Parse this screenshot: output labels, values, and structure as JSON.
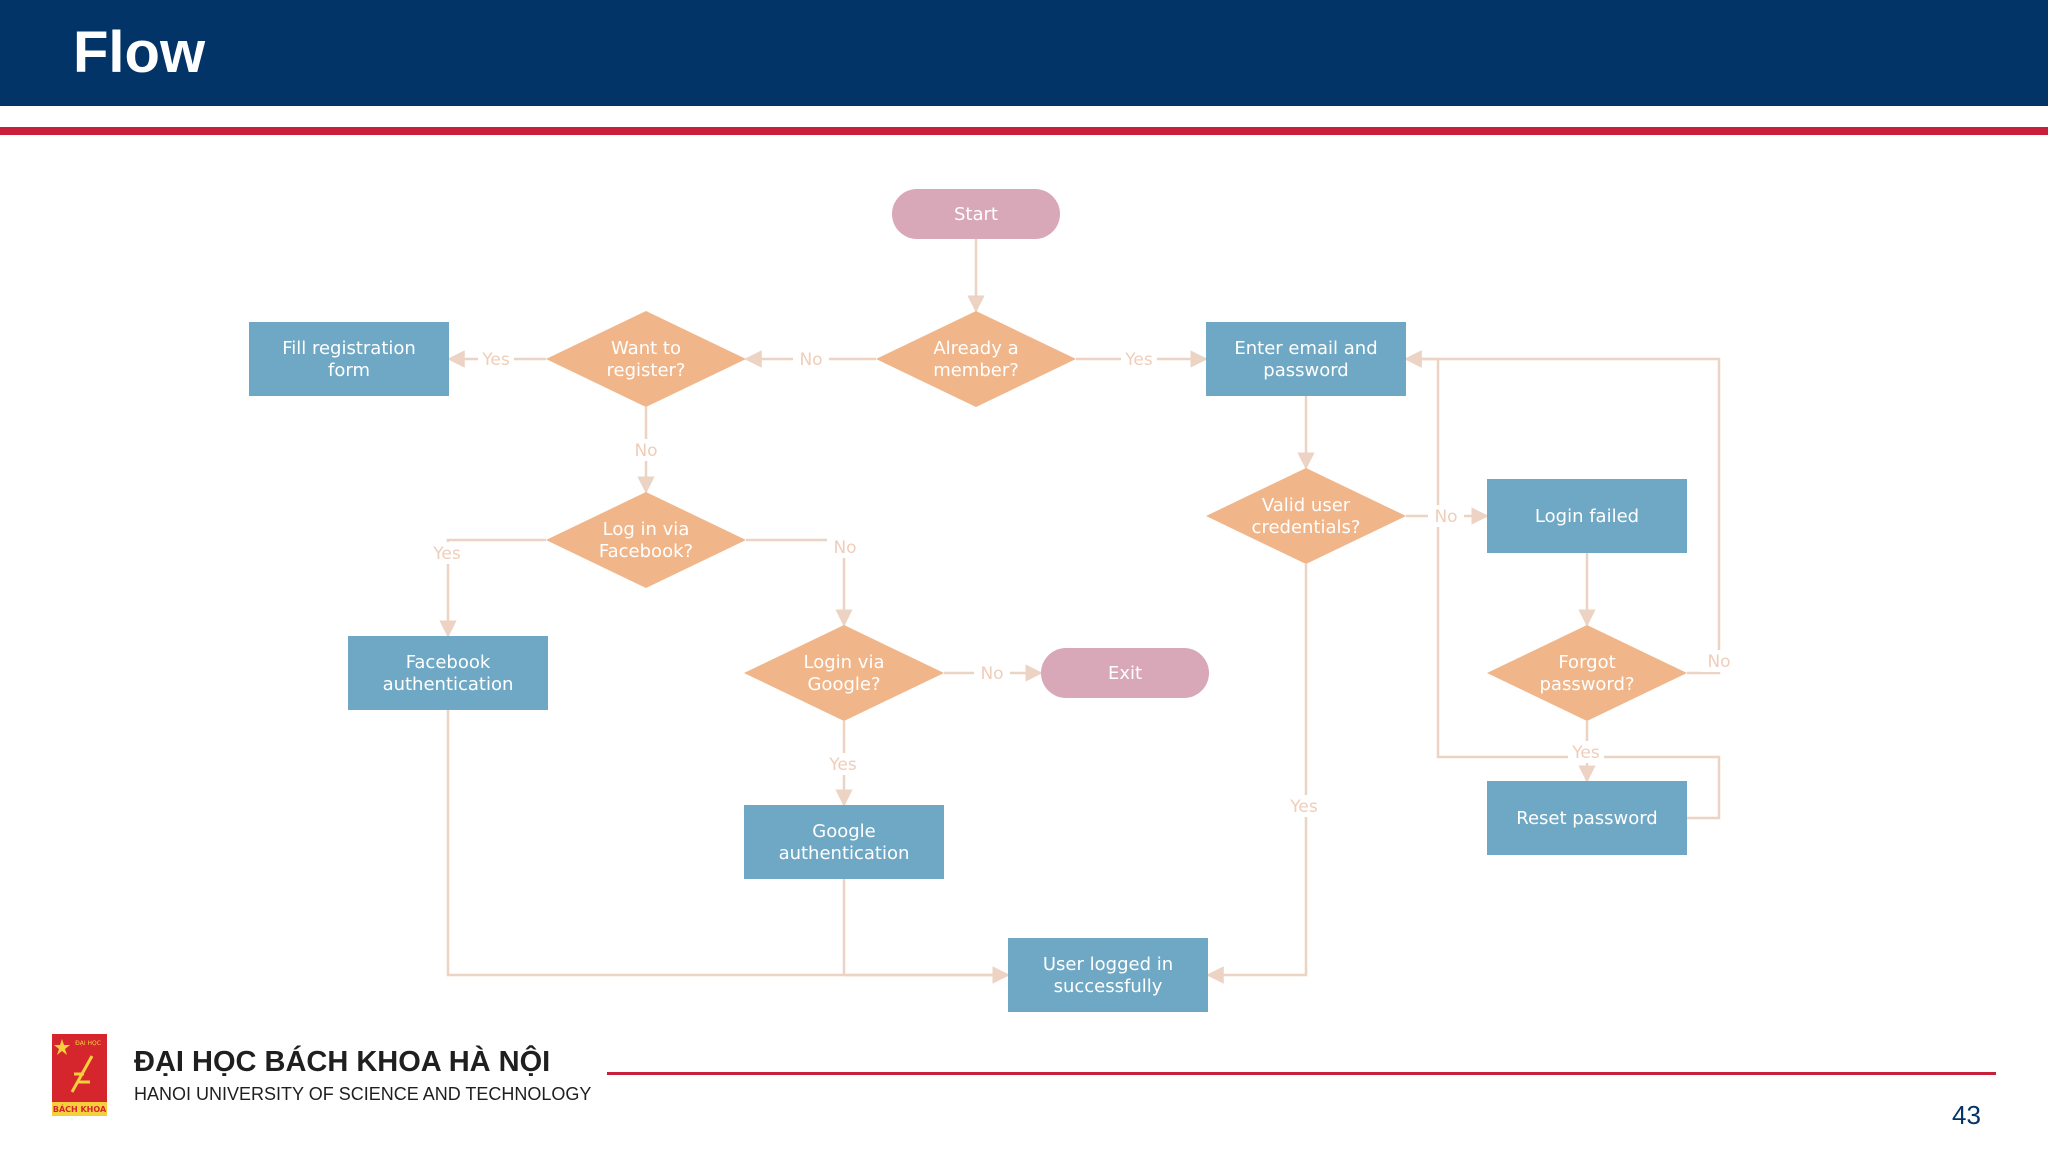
{
  "slide": {
    "title": "Flow",
    "page_number": "43"
  },
  "footer": {
    "university_name": "ĐẠI HỌC BÁCH KHOA HÀ NỘI",
    "university_subtitle": "HANOI UNIVERSITY OF SCIENCE AND TECHNOLOGY",
    "logo_top": "ĐẠI HỌC",
    "logo_bottom": "BÁCH KHOA"
  },
  "colors": {
    "header": "#023467",
    "accent_red": "#c8203b",
    "terminal": "#d8a8b8",
    "process": "#6fa8c4",
    "decision": "#f0b68a",
    "connector": "#ecd3c4",
    "page_number": "#023467"
  },
  "nodes": [
    {
      "id": "start",
      "kind": "terminal",
      "lines": [
        "Start"
      ]
    },
    {
      "id": "member",
      "kind": "decision",
      "lines": [
        "Already a",
        "member?"
      ]
    },
    {
      "id": "register",
      "kind": "decision",
      "lines": [
        "Want to",
        "register?"
      ]
    },
    {
      "id": "regform",
      "kind": "process",
      "lines": [
        "Fill registration",
        "form"
      ]
    },
    {
      "id": "fb",
      "kind": "decision",
      "lines": [
        "Log in via",
        "Facebook?"
      ]
    },
    {
      "id": "fbauth",
      "kind": "process",
      "lines": [
        "Facebook",
        "authentication"
      ]
    },
    {
      "id": "google",
      "kind": "decision",
      "lines": [
        "Login via",
        "Google?"
      ]
    },
    {
      "id": "exit",
      "kind": "terminal",
      "lines": [
        "Exit"
      ]
    },
    {
      "id": "gauth",
      "kind": "process",
      "lines": [
        "Google",
        "authentication"
      ]
    },
    {
      "id": "email",
      "kind": "process",
      "lines": [
        "Enter email and",
        "password"
      ]
    },
    {
      "id": "valid",
      "kind": "decision",
      "lines": [
        "Valid user",
        "credentials?"
      ]
    },
    {
      "id": "failed",
      "kind": "process",
      "lines": [
        "Login failed"
      ]
    },
    {
      "id": "forgot",
      "kind": "decision",
      "lines": [
        "Forgot",
        "password?"
      ]
    },
    {
      "id": "reset",
      "kind": "process",
      "lines": [
        "Reset password"
      ]
    },
    {
      "id": "loggedin",
      "kind": "process",
      "lines": [
        "User logged in",
        "successfully"
      ]
    }
  ],
  "edges": [
    {
      "from": "start",
      "to": "member",
      "label": ""
    },
    {
      "from": "member",
      "to": "email",
      "label": "Yes"
    },
    {
      "from": "member",
      "to": "register",
      "label": "No"
    },
    {
      "from": "register",
      "to": "regform",
      "label": "Yes"
    },
    {
      "from": "register",
      "to": "fb",
      "label": "No"
    },
    {
      "from": "fb",
      "to": "fbauth",
      "label": "Yes"
    },
    {
      "from": "fb",
      "to": "google",
      "label": "No"
    },
    {
      "from": "google",
      "to": "exit",
      "label": "No"
    },
    {
      "from": "google",
      "to": "gauth",
      "label": "Yes"
    },
    {
      "from": "email",
      "to": "valid",
      "label": ""
    },
    {
      "from": "valid",
      "to": "failed",
      "label": "No"
    },
    {
      "from": "valid",
      "to": "loggedin",
      "label": "Yes"
    },
    {
      "from": "failed",
      "to": "forgot",
      "label": ""
    },
    {
      "from": "forgot",
      "to": "email",
      "label": "No"
    },
    {
      "from": "forgot",
      "to": "reset",
      "label": "Yes"
    },
    {
      "from": "reset",
      "to": "email",
      "label": ""
    },
    {
      "from": "fbauth",
      "to": "loggedin",
      "label": ""
    },
    {
      "from": "gauth",
      "to": "loggedin",
      "label": ""
    }
  ]
}
